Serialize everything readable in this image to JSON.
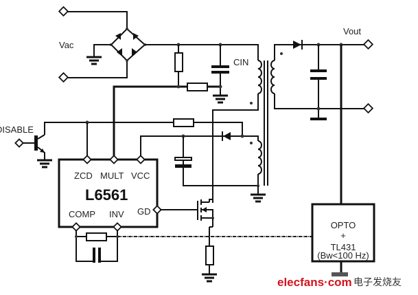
{
  "labels": {
    "vac": "Vac",
    "cin": "CIN",
    "vout": "Vout",
    "disable": "DISABLE",
    "chip_name": "L6561",
    "pin_zcd": "ZCD",
    "pin_mult": "MULT",
    "pin_vcc": "VCC",
    "pin_comp": "COMP",
    "pin_inv": "INV",
    "pin_gd": "GD",
    "opto_line1": "OPTO",
    "opto_line2": "+",
    "opto_line3": "TL431",
    "opto_line4": "(Bw<100 Hz)"
  },
  "watermark": {
    "brand": "elecfans·com",
    "chinese": "电子发烧友",
    "color": "#d4141c"
  }
}
